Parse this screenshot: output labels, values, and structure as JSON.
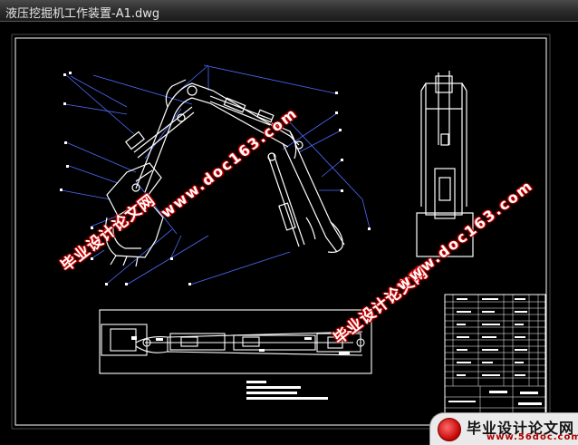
{
  "window": {
    "title": "液压挖掘机工作装置-A1.dwg"
  },
  "watermarks": [
    {
      "name": "watermark-cn-left",
      "text": "毕业设计论文网"
    },
    {
      "name": "watermark-url-left",
      "text": "www.doc163.com"
    },
    {
      "name": "watermark-cn-right",
      "text": "毕业设计论文网"
    },
    {
      "name": "watermark-url-right",
      "text": "www.doc163.com"
    }
  ],
  "logo": {
    "text": "毕业设计论文网",
    "url": "www.56doc.com"
  },
  "colors": {
    "background": "#000000",
    "drawing": "#ffffff",
    "dimension": "#4f6bff",
    "watermark": "#d00000",
    "titlebar": "#2a2a2a"
  }
}
